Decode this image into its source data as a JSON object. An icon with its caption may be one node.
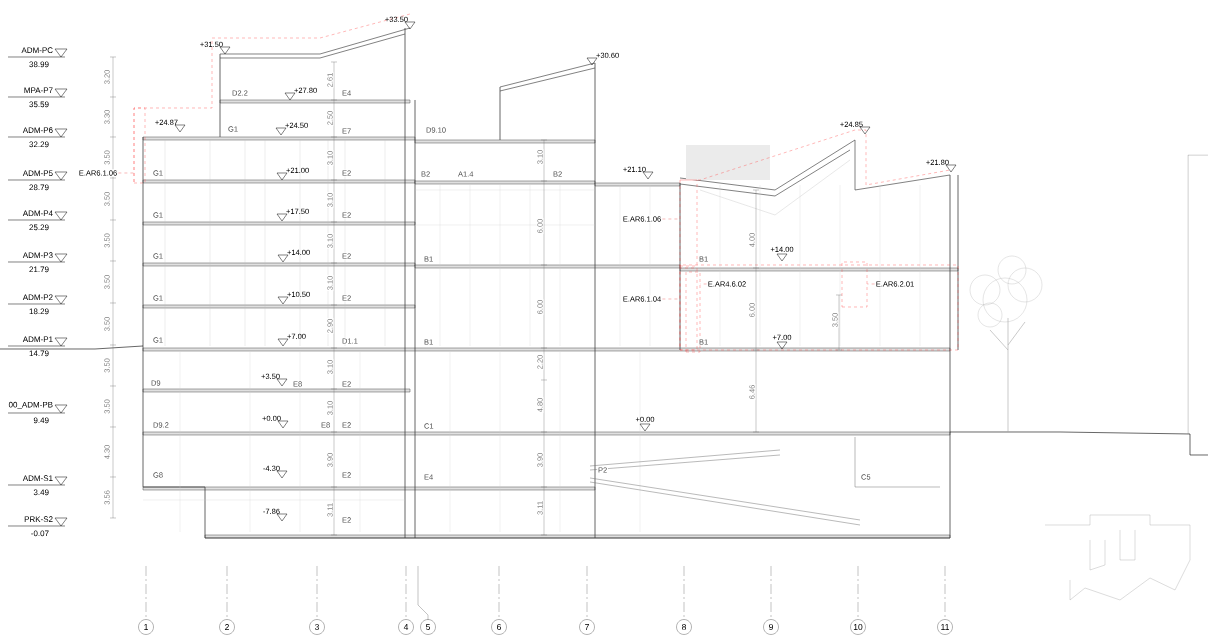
{
  "diagram": {
    "nodes": [
      {
        "text": [
          "E.AR6.1.06"
        ]
      },
      {
        "text": [],
        "shape": "box"
      },
      {
        "text": [
          "E.AR6.1.06"
        ]
      },
      {
        "text": [],
        "shape": "box"
      },
      {
        "text": [
          "E.AR6.1.04"
        ]
      },
      {
        "text": [],
        "shape": "box"
      },
      {
        "text": [
          "E.AR4.6.02"
        ]
      },
      {
        "text": [],
        "shape": "box"
      },
      {
        "text": [
          "E.AR6.2.01"
        ]
      },
      {
        "text": [],
        "shape": "box"
      },
      {
        "text": [
          "1"
        ]
      },
      {
        "text": [
          "2"
        ]
      },
      {
        "text": [
          "3"
        ]
      },
      {
        "text": [
          "4"
        ]
      },
      {
        "text": [
          "5"
        ]
      },
      {
        "text": [
          "6"
        ]
      },
      {
        "text": [
          "7"
        ]
      },
      {
        "text": [
          "8"
        ]
      },
      {
        "text": [
          "9"
        ]
      },
      {
        "text": [
          "10"
        ]
      },
      {
        "text": [
          "11"
        ]
      }
    ],
    "edges": [
      {
        "from": 0,
        "to": 1,
        "arrow": "none",
        "style": "dashed",
        "color": "#f05050"
      },
      {
        "from": 2,
        "to": 3,
        "arrow": "none",
        "style": "dashed",
        "color": "#f05050"
      },
      {
        "from": 4,
        "to": 5,
        "arrow": "none",
        "style": "dashed",
        "color": "#f05050"
      },
      {
        "from": 6,
        "to": 7,
        "arrow": "none",
        "style": "dashed",
        "color": "#f05050"
      },
      {
        "from": 8,
        "to": 9,
        "arrow": "none",
        "style": "dashed",
        "color": "#f05050"
      }
    ],
    "labels": [
      "ADM-PC",
      "38.99",
      "MPA-P7",
      "35.59",
      "ADM-P6",
      "32.29",
      "ADM-P5",
      "28.79",
      "ADM-P4",
      "25.29",
      "ADM-P3",
      "21.79",
      "ADM-P2",
      "18.29",
      "ADM-P1",
      "14.79",
      "00_ADM-PB",
      "9.49",
      "ADM-S1",
      "3.49",
      "PRK-S2",
      "-0.07",
      "3.20",
      "3.30",
      "3.50",
      "3.50",
      "3.50",
      "3.50",
      "3.50",
      "3.50",
      "3.50",
      "4.30",
      "3.56",
      "2.61",
      "2.50",
      "3.10",
      "3.10",
      "3.10",
      "3.10",
      "2.90",
      "3.10",
      "3.10",
      "3.90",
      "3.11",
      "3.10",
      "6.00",
      "6.00",
      "2.20",
      "4.80",
      "3.90",
      "3.11",
      "4.00",
      "6.00",
      "6.46",
      "3.50",
      "+33.50",
      "+31.50",
      "+30.60",
      "+27.80",
      "+24.87",
      "+24.50",
      "+24.85",
      "+21.00",
      "+21.10",
      "+21.80",
      "+17.50",
      "+14.00",
      "+14.00",
      "+10.50",
      "+7.00",
      "+7.00",
      "+3.50",
      "+0.00",
      "+0.00",
      "-4.30",
      "-7.86",
      "D2.2",
      "E4",
      "G1",
      "E7",
      "D9.10",
      "G1",
      "E2",
      "B2",
      "A1.4",
      "B2",
      "G1",
      "E2",
      "G1",
      "E2",
      "B1",
      "B1",
      "G1",
      "E2",
      "G1",
      "D1.1",
      "B1",
      "B1",
      "D9",
      "E8",
      "E2",
      "D9.2",
      "E8",
      "E2",
      "C1",
      "G8",
      "E2",
      "E4",
      "P2",
      "C5",
      "E2"
    ]
  }
}
